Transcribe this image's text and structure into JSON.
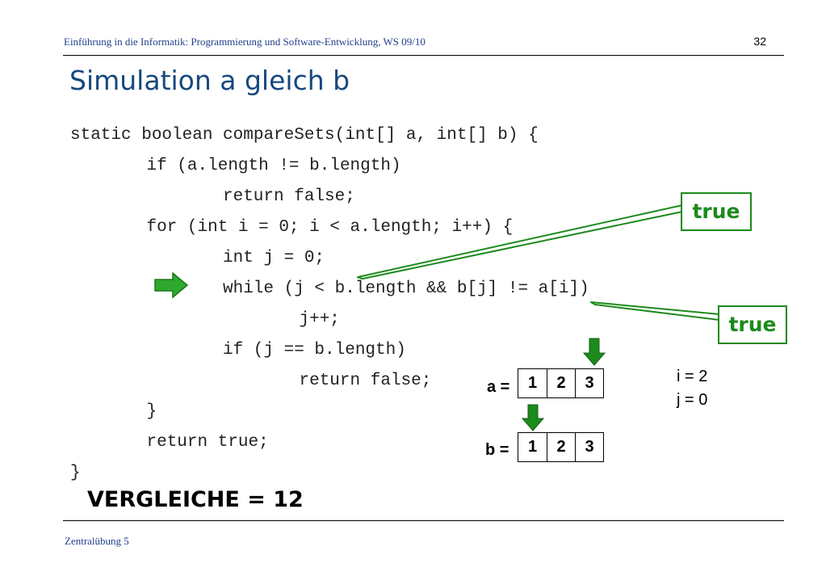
{
  "header": {
    "course": "Einführung in die Informatik: Programmierung und Software-Entwicklung, WS 09/10",
    "page_number": "32"
  },
  "title": "Simulation a gleich b",
  "code": [
    {
      "text": "static boolean compareSets(int[] a, int[] b) {",
      "indent": 0
    },
    {
      "text": "if (a.length != b.length)",
      "indent": 1
    },
    {
      "text": "return false;",
      "indent": 2
    },
    {
      "text": "for (int i = 0; i < a.length; i++) {",
      "indent": 1
    },
    {
      "text": "int j = 0;",
      "indent": 2
    },
    {
      "text": "while (j < b.length && b[j] != a[i])",
      "indent": 2
    },
    {
      "text": "j++;",
      "indent": 3
    },
    {
      "text": "if (j == b.length)",
      "indent": 2
    },
    {
      "text": "return false;",
      "indent": 3
    },
    {
      "text": "}",
      "indent": 1
    },
    {
      "text": "return true;",
      "indent": 1
    },
    {
      "text": "}",
      "indent": 0
    }
  ],
  "current_line_index": 5,
  "callouts": [
    "true",
    "true"
  ],
  "arrays": {
    "a": {
      "label": "a =",
      "values": [
        "1",
        "2",
        "3"
      ],
      "pointer_index": 2
    },
    "b": {
      "label": "b =",
      "values": [
        "1",
        "2",
        "3"
      ],
      "pointer_index": 0
    }
  },
  "variables": {
    "i": "i = 2",
    "j": "j = 0"
  },
  "comparison_count": "VERGLEICHE = 12",
  "footer": "Zentralübung 5",
  "colors": {
    "accent_green": "#1c8a1c",
    "title_blue": "#17487e",
    "header_blue": "#1f3f8a"
  },
  "icons": {
    "current_line_marker": "green-right-arrow-icon",
    "array_pointer": "green-down-arrow-icon"
  }
}
